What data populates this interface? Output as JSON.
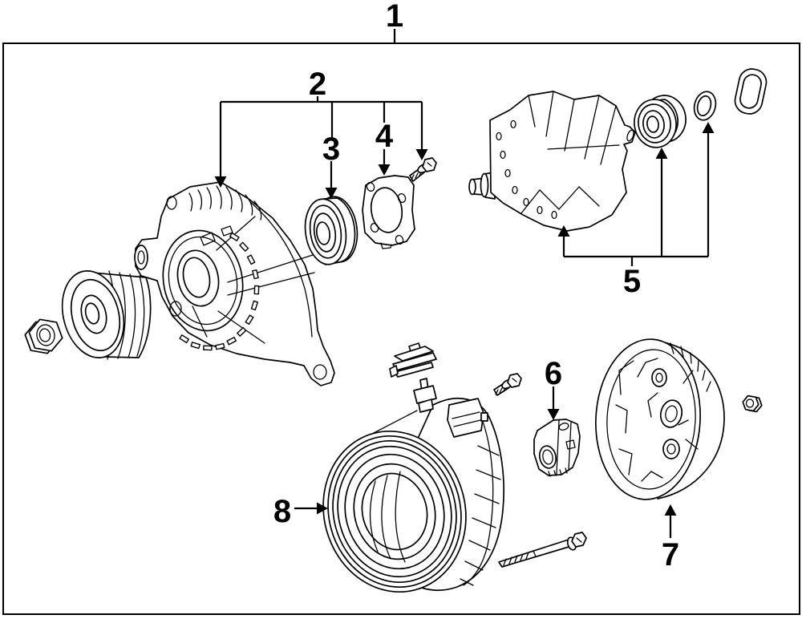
{
  "diagram": {
    "background_color": "#ffffff",
    "line_color": "#000000",
    "callouts": [
      {
        "number": "1",
        "target": "alternator-assembly"
      },
      {
        "number": "2",
        "target": "drive-end-housing"
      },
      {
        "number": "3",
        "target": "front-bearing"
      },
      {
        "number": "4",
        "target": "bearing-retainer-plate"
      },
      {
        "number": "5",
        "target": "rotor-rear-bearing-and-ring"
      },
      {
        "number": "6",
        "target": "regulator-brush-holder"
      },
      {
        "number": "7",
        "target": "rear-end-cover"
      },
      {
        "number": "8",
        "target": "stator-and-rear-frame"
      }
    ],
    "unlabeled_parts": [
      "pulley",
      "pulley-nut",
      "mounting-bolt",
      "through-bolt",
      "terminal-grommet",
      "small-nut",
      "terminal-plate-stack"
    ]
  }
}
